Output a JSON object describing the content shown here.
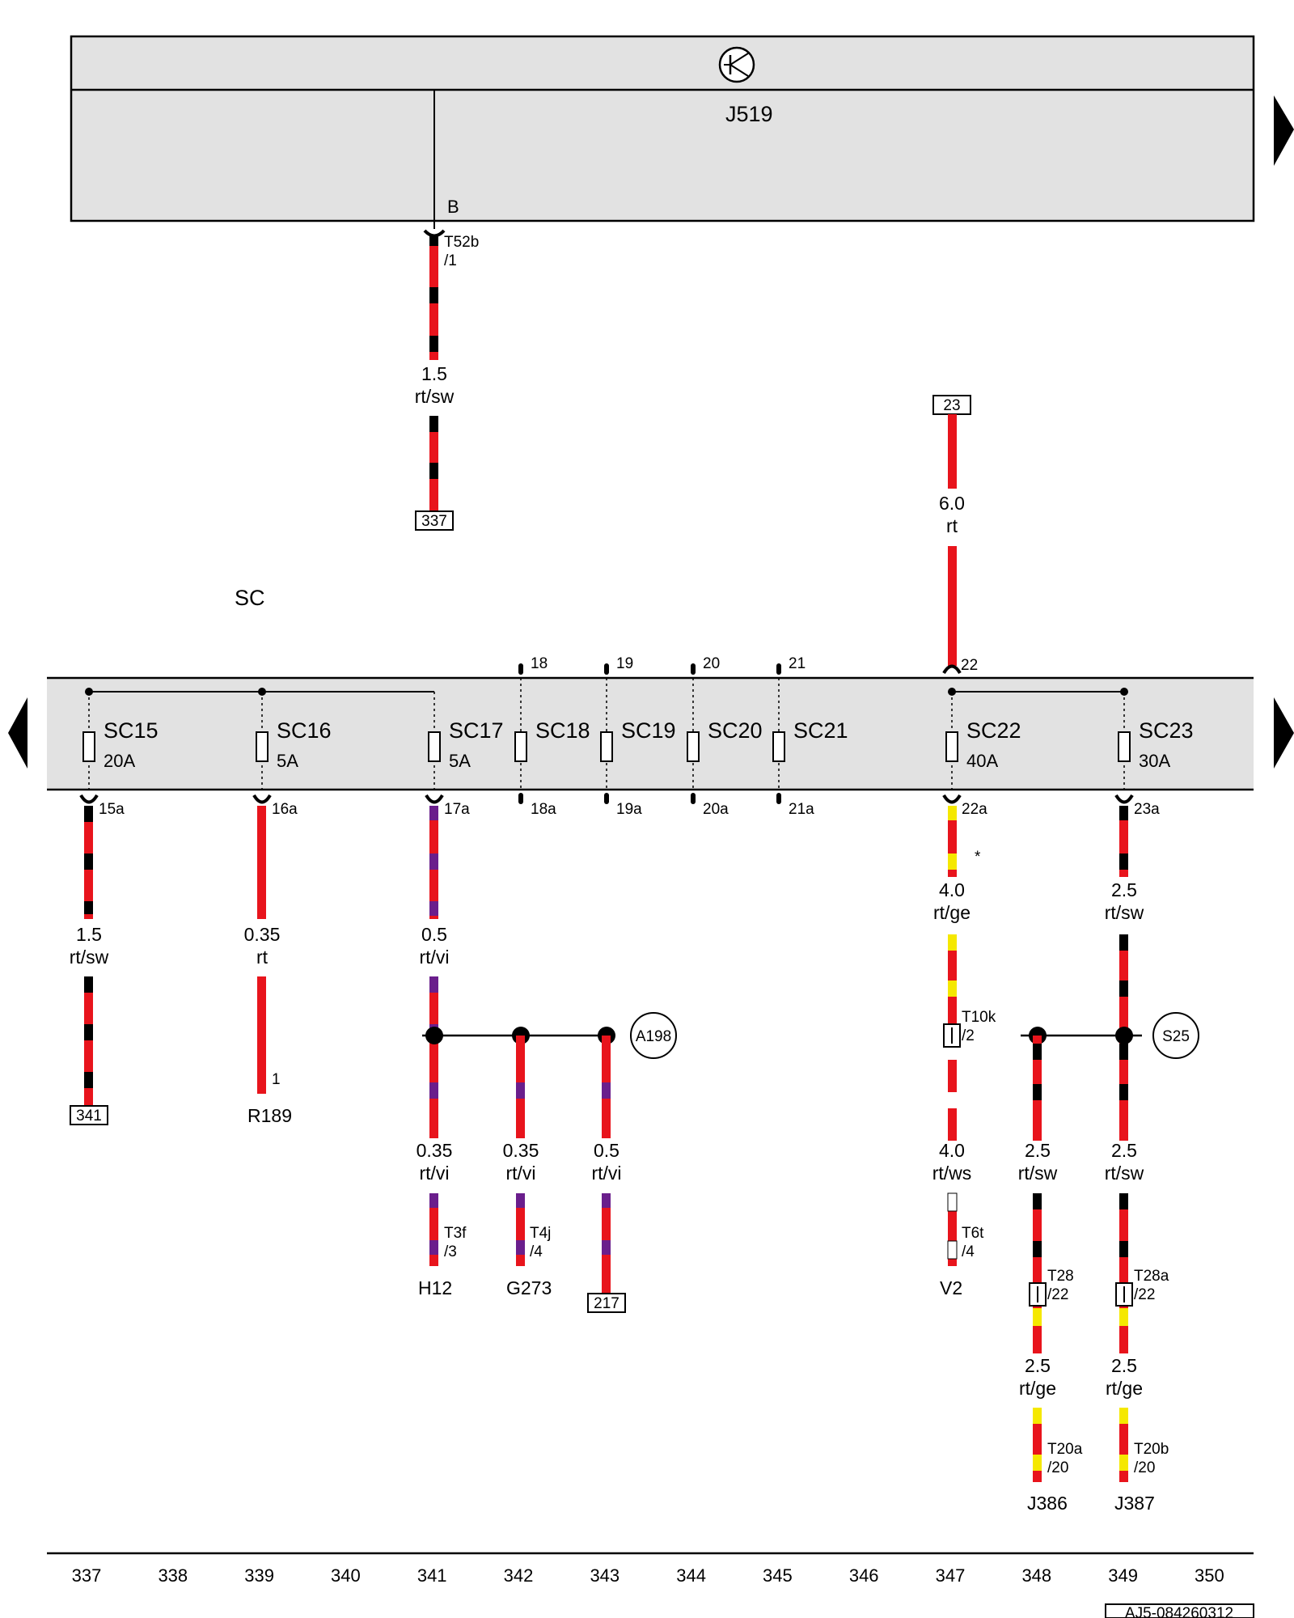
{
  "control_unit": {
    "name": "J519",
    "pin": "B",
    "connector": "T52b",
    "connector_pin": "/1"
  },
  "top_wire": {
    "size": "1.5",
    "color": "rt/sw",
    "ref": "337"
  },
  "feed": {
    "ref": "23",
    "size": "6.0",
    "color": "rt",
    "terminal": "22"
  },
  "fuse_holder": {
    "name": "SC"
  },
  "fuses": [
    {
      "name": "SC15",
      "rating": "20A",
      "out": "15a"
    },
    {
      "name": "SC16",
      "rating": "5A",
      "out": "16a"
    },
    {
      "name": "SC17",
      "rating": "5A",
      "out": "17a"
    },
    {
      "name": "SC18",
      "rating": "",
      "in": "18",
      "out": "18a"
    },
    {
      "name": "SC19",
      "rating": "",
      "in": "19",
      "out": "19a"
    },
    {
      "name": "SC20",
      "rating": "",
      "in": "20",
      "out": "20a"
    },
    {
      "name": "SC21",
      "rating": "",
      "in": "21",
      "out": "21a"
    },
    {
      "name": "SC22",
      "rating": "40A",
      "out": "22a"
    },
    {
      "name": "SC23",
      "rating": "30A",
      "out": "23a"
    }
  ],
  "wires": {
    "w15": {
      "size": "1.5",
      "color": "rt/sw",
      "ref": "341"
    },
    "w16": {
      "size": "0.35",
      "color": "rt",
      "pin": "1",
      "component": "R189"
    },
    "w17": {
      "size": "0.5",
      "color": "rt/vi"
    },
    "w17a": {
      "size": "0.35",
      "color": "rt/vi",
      "connector": "T3f",
      "pin": "/3",
      "component": "H12"
    },
    "w17b": {
      "size": "0.35",
      "color": "rt/vi",
      "connector": "T4j",
      "pin": "/4",
      "component": "G273"
    },
    "w17c": {
      "size": "0.5",
      "color": "rt/vi",
      "ref": "217"
    },
    "w22": {
      "size": "4.0",
      "color": "rt/ge",
      "note": "*"
    },
    "w22b": {
      "size": "4.0",
      "color": "rt/ws",
      "conn1": "T10k",
      "pin1": "/2",
      "conn2": "T6t",
      "pin2": "/4",
      "component": "V2"
    },
    "w23": {
      "size": "2.5",
      "color": "rt/sw"
    },
    "w23a": {
      "size": "2.5",
      "color": "rt/sw",
      "conn1": "T28",
      "pin1": "/22",
      "size2": "2.5",
      "color2": "rt/ge",
      "conn2": "T20a",
      "pin2": "/20",
      "component": "J386"
    },
    "w23b": {
      "size": "2.5",
      "color": "rt/sw",
      "conn1": "T28a",
      "pin1": "/22",
      "size2": "2.5",
      "color2": "rt/ge",
      "conn2": "T20b",
      "pin2": "/20",
      "component": "J387"
    }
  },
  "splices": {
    "left": "A198",
    "right": "S25"
  },
  "tracks": [
    "337",
    "338",
    "339",
    "340",
    "341",
    "342",
    "343",
    "344",
    "345",
    "346",
    "347",
    "348",
    "349",
    "350"
  ],
  "doc_id": "AJ5-084260312",
  "colors": {
    "red": "#e8141c",
    "black": "#000000",
    "yellow": "#f5e800",
    "violet": "#6a1e8c",
    "white": "#ffffff",
    "box_fill": "#e2e2e2"
  }
}
